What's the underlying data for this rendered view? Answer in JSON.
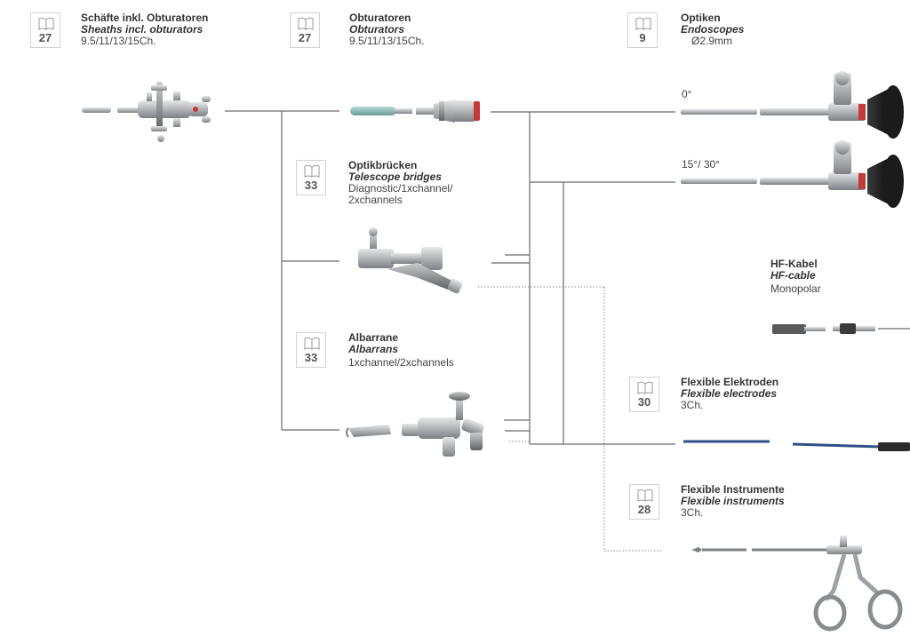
{
  "blocks": [
    {
      "id": "sheaths",
      "page": "27",
      "de": "Schäfte inkl. Obturatoren",
      "en": "Sheaths incl. obturators",
      "sizes": "9.5/11/13/15Ch."
    },
    {
      "id": "obturators",
      "page": "27",
      "de": "Obturatoren",
      "en": "Obturators",
      "sizes": "9.5/11/13/15Ch."
    },
    {
      "id": "endoscopes",
      "page": "9",
      "de": "Optiken",
      "en": "Endoscopes",
      "sizes": "Ø2.9mm"
    },
    {
      "id": "telescope-bridges",
      "page": "33",
      "de": "Optikbrücken",
      "en": "Telescope bridges",
      "sizes": "Diagnostic/1xchannel/",
      "sizes2": "2xchannels"
    },
    {
      "id": "albarrans",
      "page": "33",
      "de": "Albarrane",
      "en": "Albarrans",
      "sizes": "1xchannel/2xchannels"
    },
    {
      "id": "hf-cable",
      "de": "HF-Kabel",
      "en": "HF-cable",
      "sizes": "Monopolar"
    },
    {
      "id": "flexible-electrodes",
      "page": "30",
      "de": "Flexible Elektroden",
      "en": "Flexible electrodes",
      "sizes": "3Ch."
    },
    {
      "id": "flexible-instruments",
      "page": "28",
      "de": "Flexible Instrumente",
      "en": "Flexible instruments",
      "sizes": "3Ch."
    }
  ],
  "angles": {
    "first": "0°",
    "second": "15°/ 30°"
  },
  "colors": {
    "line": "#6b6b6b",
    "metal": "#b9bcbf",
    "accent_red": "#c43a3a",
    "cable_blue": "#2f4f86",
    "eyepiece": "#1b1b1b",
    "obturator_tip": "#8fbdb8"
  }
}
